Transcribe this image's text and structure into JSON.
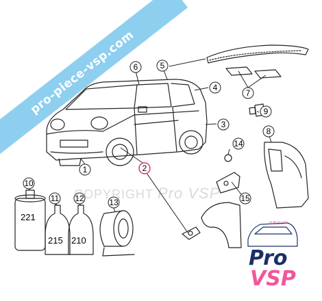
{
  "banner": {
    "text": "pro-piece-vsp.com"
  },
  "watermark": {
    "text": "COPYRIGHT",
    "brand": "Pro VSP"
  },
  "callouts": [
    "1",
    "2",
    "3",
    "4",
    "5",
    "6",
    "7",
    "8",
    "9",
    "10",
    "11",
    "12",
    "13",
    "14",
    "15"
  ],
  "bottles": {
    "b10": "221",
    "b11": "215",
    "b12": "210"
  },
  "logo": {
    "line1": "Pro",
    "line2": "VSP",
    "group": "GROUP"
  },
  "colors": {
    "banner": "#8ecff0",
    "highlight": "#e7307f",
    "logo_blue": "#1b2f66",
    "logo_pink": "#f2579a"
  }
}
